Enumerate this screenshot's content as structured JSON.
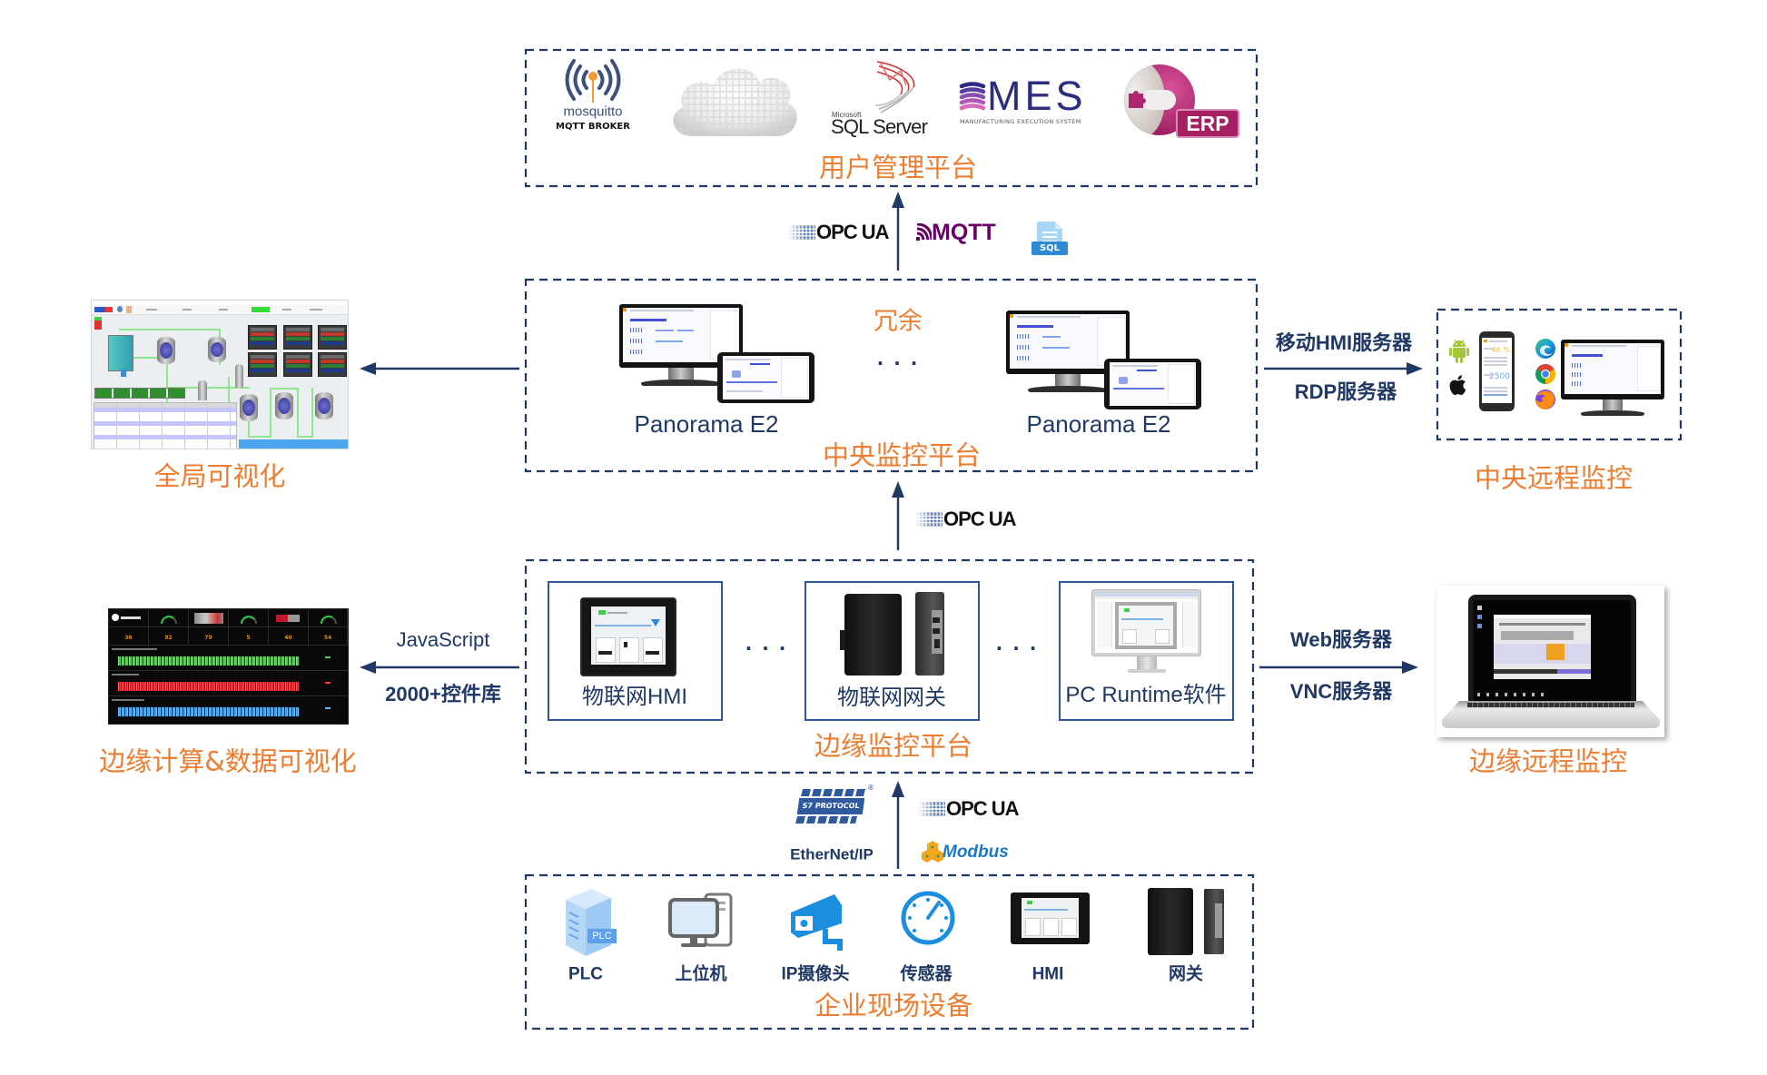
{
  "colors": {
    "navy": "#1f3864",
    "orange": "#ed7d31",
    "frame_blue": "#2f5597",
    "mqtt_purple": "#660066",
    "icon_blue": "#1a8fe0",
    "modbus_blue": "#1e78c8"
  },
  "user_platform": {
    "title": "用户管理平台",
    "mosquitto": {
      "name": "mosquitto",
      "tagline": "MQTT BROKER"
    },
    "cloud": {
      "icon": "cloud-icon"
    },
    "sql_server": {
      "vendor": "Microsoft",
      "name": "SQL Server"
    },
    "mes": {
      "name": "MES",
      "tagline": "MANUFACTURING EXECUTION SYSTEM"
    },
    "erp": {
      "name": "ERP"
    }
  },
  "central_to_user_protocols": {
    "opc_ua": "OPC UA",
    "mqtt": "MQTT",
    "sql": "SQL"
  },
  "central_platform": {
    "title": "中央监控平台",
    "redundancy_label": "冗余",
    "ellipsis": "· · ·",
    "servers": [
      {
        "label": "Panorama E2",
        "icon": "monitor-and-tablet-icon"
      },
      {
        "label": "Panorama E2",
        "icon": "monitor-and-tablet-icon"
      }
    ]
  },
  "global_visualization": {
    "title": "全局可视化",
    "icon": "scada-process-screenshot"
  },
  "central_remote": {
    "title": "中央远程监控",
    "link_labels": [
      "移动HMI服务器",
      "RDP服务器"
    ],
    "phone_screen": {
      "gauge_value": "46 %",
      "counter_value": "2500"
    },
    "platform_icons": [
      "android-icon",
      "apple-icon"
    ],
    "browser_icons": [
      "edge-icon",
      "chrome-icon",
      "firefox-icon"
    ]
  },
  "edge_to_central_protocols": {
    "opc_ua": "OPC UA"
  },
  "edge_platform": {
    "title": "边缘监控平台",
    "ellipsis": "· · ·",
    "nodes": [
      {
        "label": "物联网HMI",
        "icon": "iot-hmi-panel-icon"
      },
      {
        "label": "物联网网关",
        "icon": "iot-gateway-icon"
      },
      {
        "label": "PC Runtime软件",
        "icon": "pc-runtime-monitor-icon"
      }
    ]
  },
  "edge_visualization": {
    "title": "边缘计算&数据可视化",
    "link_labels": [
      "JavaScript",
      "2000+控件库"
    ],
    "dashboard_kpis": [
      "36",
      "92",
      "79",
      "5",
      "40",
      "54"
    ]
  },
  "edge_remote": {
    "title": "边缘远程监控",
    "link_labels": [
      "Web服务器",
      "VNC服务器"
    ]
  },
  "field_to_edge_protocols": {
    "s7": {
      "name": "S7 PROTOCOL",
      "mark": "®"
    },
    "ethernet_ip": "EtherNet/IP",
    "opc_ua": "OPC UA",
    "modbus": "Modbus"
  },
  "field_devices": {
    "title": "企业现场设备",
    "devices": [
      {
        "label": "PLC",
        "icon": "plc-icon",
        "badge": "PLC"
      },
      {
        "label": "上位机",
        "icon": "host-computer-icon"
      },
      {
        "label": "IP摄像头",
        "icon": "ip-camera-icon"
      },
      {
        "label": "传感器",
        "icon": "sensor-gauge-icon"
      },
      {
        "label": "HMI",
        "icon": "hmi-panel-icon"
      },
      {
        "label": "网关",
        "icon": "gateway-icon"
      }
    ]
  }
}
